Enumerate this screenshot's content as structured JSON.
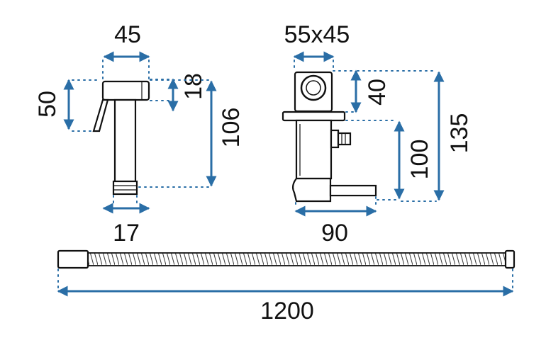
{
  "dimensions": {
    "sprayer_width": "45",
    "sprayer_head_height": "50",
    "sprayer_nozzle_height": "18",
    "sprayer_total_height": "106",
    "sprayer_thread": "17",
    "holder_size": "55x45",
    "holder_top": "40",
    "holder_outlet_height": "100",
    "holder_total_height": "135",
    "holder_depth": "90",
    "hose_length": "1200"
  },
  "colors": {
    "dimension_line": "#2a6ea6",
    "outline": "#111111",
    "text": "#111111"
  }
}
